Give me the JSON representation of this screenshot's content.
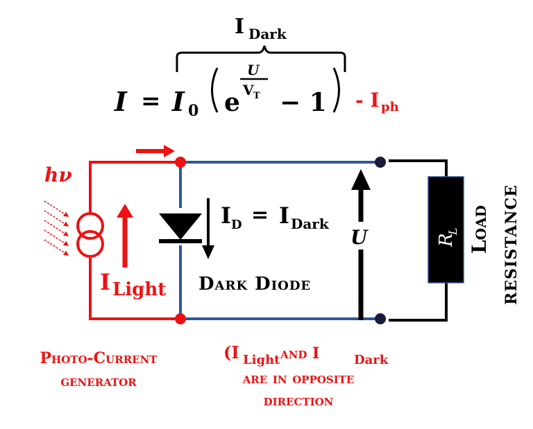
{
  "colors": {
    "red": "#ee1111",
    "blue": "#2f5597",
    "black": "#000000"
  },
  "equation": {
    "brace_label_main": "I",
    "brace_label_sub": "Dark",
    "lhs": "I",
    "equals": "=",
    "coeff_main": "I",
    "coeff_sub": "0",
    "exp_base": "e",
    "exp_numerator": "U",
    "exp_denom_main": "V",
    "exp_denom_sub": "T",
    "minus_one": "− 1",
    "tail_main": "- I",
    "tail_sub": "ph"
  },
  "circuit": {
    "hv_label": "hν",
    "i_light_main": "I",
    "i_light_sub": "Light",
    "id_main": "I",
    "id_sub": "D",
    "id_equals": "=",
    "idark_main": "I",
    "idark_sub": "Dark",
    "u_label": "U",
    "rl_main": "R",
    "rl_sub": "L",
    "dark_diode": "Dark Diode",
    "load": "Load",
    "resistance": "resistance"
  },
  "captions": {
    "generator_line1": "Photo-Current",
    "generator_line2": "generator",
    "opposite_open": "(I",
    "opposite_light_sub": "Light",
    "opposite_and": " and I",
    "opposite_dark_sub": "Dark",
    "opposite_line2": "are in opposite",
    "opposite_line3": "direction"
  }
}
